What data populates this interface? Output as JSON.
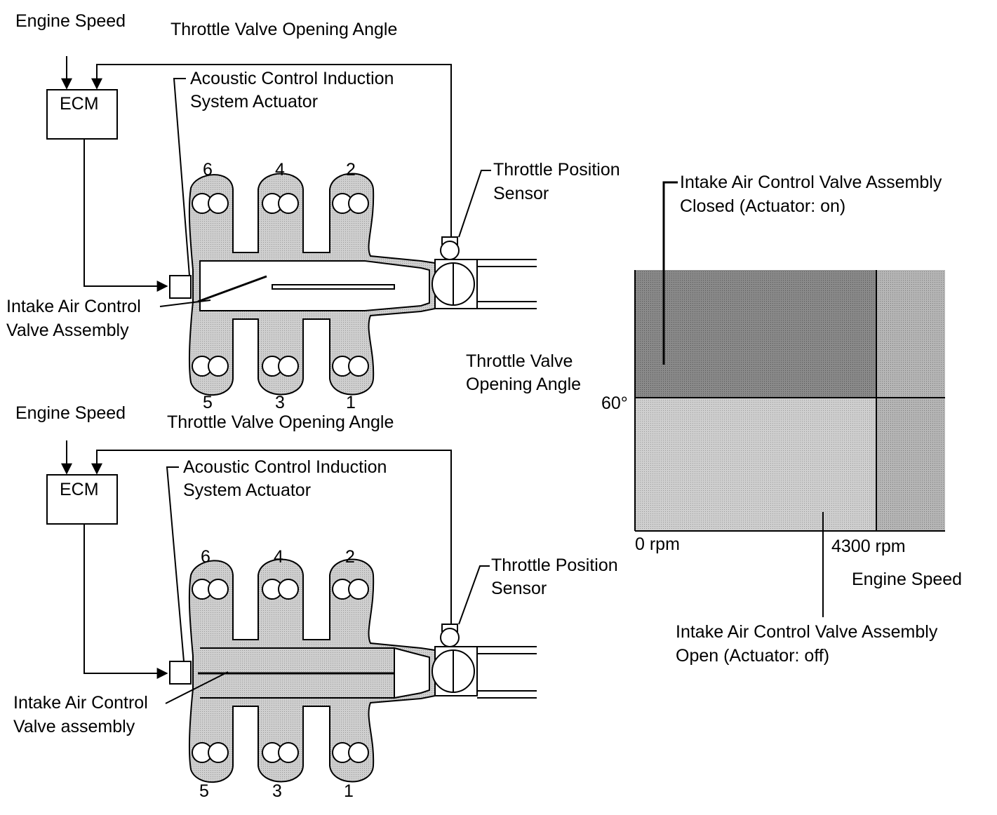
{
  "colors": {
    "line": "#000000",
    "shade_dark": "#8a8a8a",
    "shade_light": "#c4c4c4",
    "shade_mid": "#b0b0b0"
  },
  "top_diagram": {
    "engine_speed": "Engine Speed",
    "throttle_angle": "Throttle Valve Opening Angle",
    "ecm": "ECM",
    "actuator_line1": "Acoustic Control Induction",
    "actuator_line2": "System Actuator",
    "tps_line1": "Throttle Position",
    "tps_line2": "Sensor",
    "valve_line1": "Intake Air Control",
    "valve_line2": "Valve Assembly",
    "cyl_top": [
      "6",
      "4",
      "2"
    ],
    "cyl_bottom": [
      "5",
      "3",
      "1"
    ]
  },
  "bottom_diagram": {
    "engine_speed": "Engine Speed",
    "throttle_angle": "Throttle Valve Opening Angle",
    "ecm": "ECM",
    "actuator_line1": "Acoustic Control Induction",
    "actuator_line2": "System Actuator",
    "tps_line1": "Throttle Position",
    "tps_line2": "Sensor",
    "valve_line1": "Intake Air Control",
    "valve_line2": "Valve assembly",
    "cyl_top": [
      "6",
      "4",
      "2"
    ],
    "cyl_bottom": [
      "5",
      "3",
      "1"
    ]
  },
  "graph": {
    "y_axis_line1": "Throttle Valve",
    "y_axis_line2": "Opening Angle",
    "y_tick": "60°",
    "x_tick_start": "0 rpm",
    "x_tick_end": "4300 rpm",
    "x_axis": "Engine Speed",
    "closed_line1": "Intake Air Control Valve Assembly",
    "closed_line2": "Closed (Actuator: on)",
    "open_line1": "Intake Air Control Valve Assembly",
    "open_line2": "Open (Actuator: off)"
  }
}
